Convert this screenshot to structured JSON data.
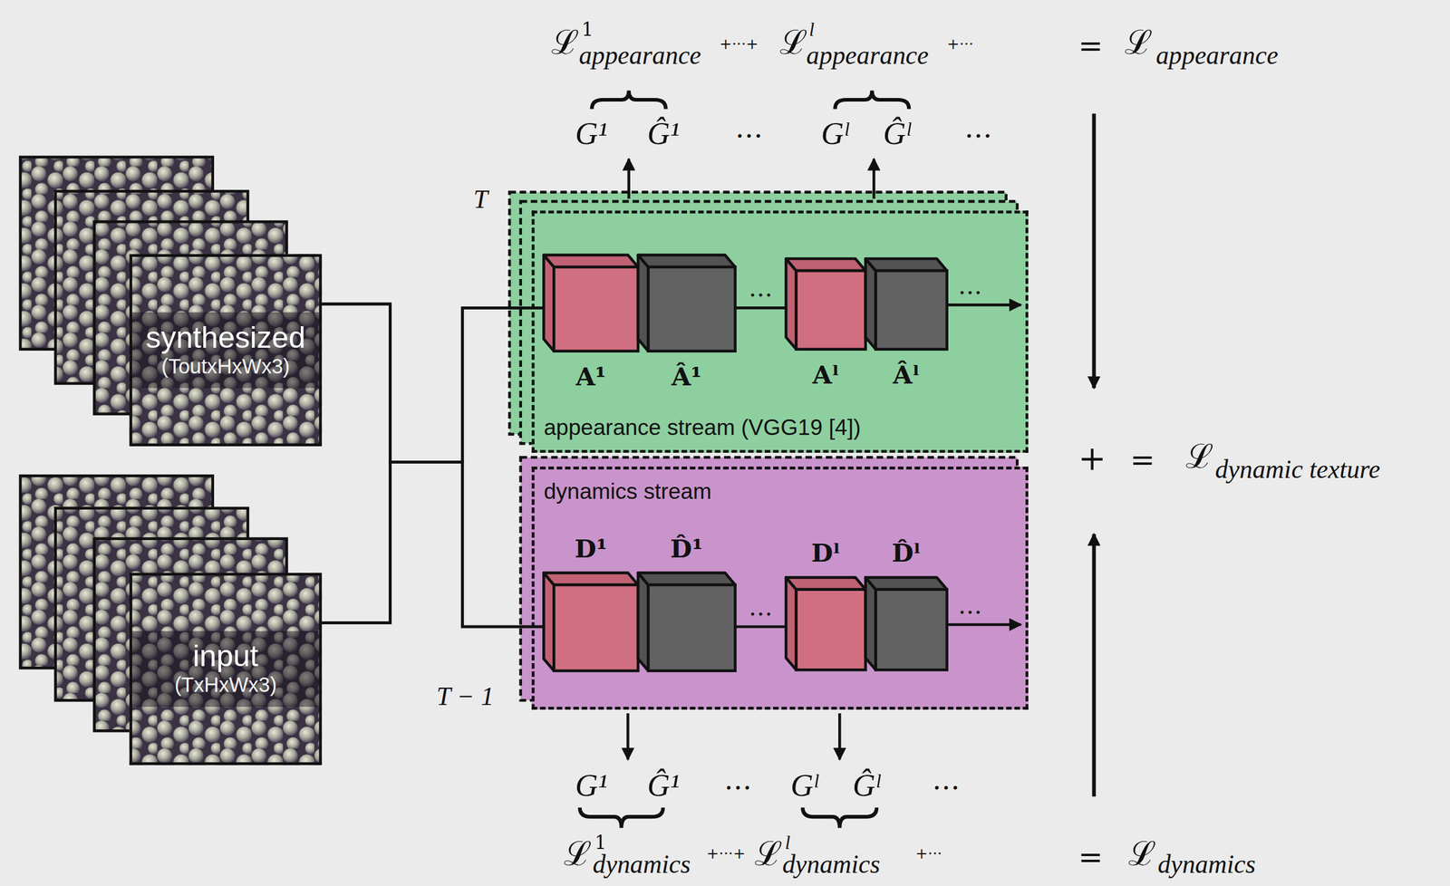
{
  "diagram": {
    "nodes": [
      {
        "text": [
          "synthesized",
          "(ToutxHxWx3)"
        ]
      },
      {
        "text": [
          "input",
          "(TxHxWx3)"
        ]
      },
      {
        "text": [
          "appearance stream (VGG19 [4])"
        ]
      },
      {
        "text": [
          "A¹"
        ],
        "in": 2
      },
      {
        "text": [
          "Â¹"
        ],
        "in": 2
      },
      {
        "text": [
          "Aˡ"
        ],
        "in": 2
      },
      {
        "text": [
          "Âˡ"
        ],
        "in": 2
      },
      {
        "text": [
          "dynamics stream"
        ]
      },
      {
        "text": [
          "D¹"
        ],
        "in": 7
      },
      {
        "text": [
          "D̂¹"
        ],
        "in": 7
      },
      {
        "text": [
          "Dˡ"
        ],
        "in": 7
      },
      {
        "text": [
          "D̂ˡ"
        ],
        "in": 7
      }
    ],
    "edges": [
      {
        "from": 0,
        "to": 3,
        "arrow": "none"
      },
      {
        "from": 1,
        "to": 3,
        "arrow": "none"
      },
      {
        "from": 0,
        "to": 8,
        "arrow": "none"
      },
      {
        "from": 1,
        "to": 8,
        "arrow": "none"
      },
      {
        "from": 4,
        "to": 5,
        "label": "…",
        "arrow": "none"
      },
      {
        "from": 9,
        "to": 10,
        "label": "…",
        "arrow": "none"
      }
    ],
    "labels": [
      "ℒ",
      "1",
      "appearance",
      "+···+",
      "ℒ",
      "l",
      "appearance",
      "+···",
      "=",
      "ℒ",
      "appearance",
      "G¹",
      "Ĝ¹",
      "…",
      "Gˡ",
      "Ĝˡ",
      "…",
      "T",
      "…",
      "+",
      "=",
      "ℒ",
      "dynamic texture",
      "T − 1",
      "…",
      "G¹",
      "Ĝ¹",
      "…",
      "Gˡ",
      "Ĝˡ",
      "…",
      "ℒ",
      "1",
      "dynamics",
      "+···+",
      "ℒ",
      "l",
      "dynamics",
      "+···",
      "=",
      "ℒ",
      "dynamics"
    ]
  }
}
